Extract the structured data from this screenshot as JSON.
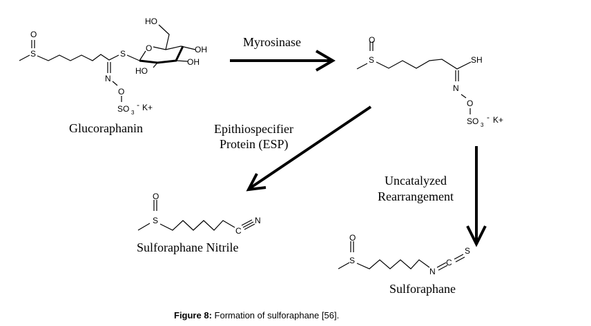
{
  "compounds": {
    "glucoraphanin": {
      "name": "Glucoraphanin",
      "atoms": {
        "o": "O",
        "s1": "S",
        "s2": "S",
        "n": "N",
        "o2": "O",
        "so3": "SO",
        "sub3": "3",
        "charge": "-",
        "k": "K+",
        "ring_o": "O",
        "ho_top": "HO",
        "oh1": "OH",
        "oh2": "OH",
        "ho_bottom": "HO"
      }
    },
    "thiohydroximate": {
      "atoms": {
        "o": "O",
        "s": "S",
        "sh": "SH",
        "n": "N",
        "o2": "O",
        "so3": "SO",
        "sub3": "3",
        "charge": "-",
        "k": "K+"
      }
    },
    "nitrile": {
      "name": "Sulforaphane Nitrile",
      "atoms": {
        "o": "O",
        "s": "S",
        "c": "C",
        "n": "N"
      }
    },
    "sulforaphane": {
      "name": "Sulforaphane",
      "atoms": {
        "o": "O",
        "s": "S",
        "n": "N",
        "c": "C",
        "s2": "S"
      }
    }
  },
  "reactions": {
    "myrosinase": "Myrosinase",
    "esp_line1": "Epithiospecifier",
    "esp_line2": "Protein (ESP)",
    "uncat_line1": "Uncatalyzed",
    "uncat_line2": "Rearrangement"
  },
  "caption": {
    "prefix": "Figure 8:",
    "text": " Formation of sulforaphane [56]."
  }
}
